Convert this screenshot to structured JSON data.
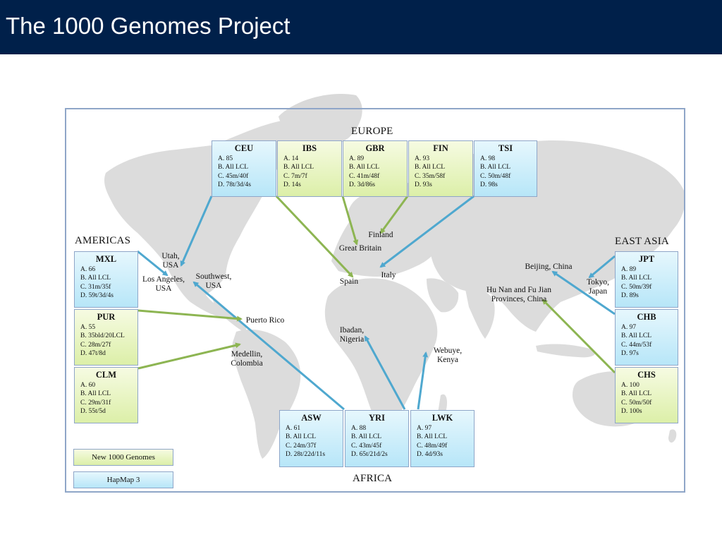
{
  "slide": {
    "title": "The 1000 Genomes Project"
  },
  "regions": {
    "europe": "EUROPE",
    "americas": "AMERICAS",
    "east_asia": "EAST ASIA",
    "africa": "AFRICA"
  },
  "populations": [
    {
      "code": "CEU",
      "type": "hapmap",
      "lines": [
        "A. 85",
        "B. All LCL",
        "C. 45m/40f",
        "D. 78t/3d/4s"
      ]
    },
    {
      "code": "IBS",
      "type": "new",
      "lines": [
        "A.  14",
        "B. All LCL",
        "C.  7m/7f",
        "D. 14s"
      ]
    },
    {
      "code": "GBR",
      "type": "new",
      "lines": [
        "A. 89",
        "B. All LCL",
        "C. 41m/48f",
        "D.  3d/86s"
      ]
    },
    {
      "code": "FIN",
      "type": "new",
      "lines": [
        "A. 93",
        "B. All LCL",
        "C.  35m/58f",
        "D. 93s"
      ]
    },
    {
      "code": "TSI",
      "type": "hapmap",
      "lines": [
        "A. 98",
        "B. All LCL",
        "C. 50m/48f",
        "D. 98s"
      ]
    },
    {
      "code": "MXL",
      "type": "hapmap",
      "lines": [
        "A. 66",
        "B. All LCL",
        "C. 31m/35f",
        "D. 59t/3d/4s"
      ]
    },
    {
      "code": "PUR",
      "type": "new",
      "lines": [
        "A. 55",
        "B. 35bld/20LCL",
        "C.  28m/27f",
        "D.  47t/8d"
      ]
    },
    {
      "code": "CLM",
      "type": "new",
      "lines": [
        "A.  60",
        "B. All LCL",
        "C. 29m/31f",
        "D. 55t/5d"
      ]
    },
    {
      "code": "ASW",
      "type": "hapmap",
      "lines": [
        "A. 61",
        "B. All LCL",
        "C. 24m/37f",
        "D. 28t/22d/11s"
      ]
    },
    {
      "code": "YRI",
      "type": "hapmap",
      "lines": [
        "A. 88",
        "B. All LCL",
        "C. 43m/45f",
        "D. 65t/21d/2s"
      ]
    },
    {
      "code": "LWK",
      "type": "hapmap",
      "lines": [
        "A. 97",
        "B. All LCL",
        "C. 48m/49f",
        "D. 4d/93s"
      ]
    },
    {
      "code": "JPT",
      "type": "hapmap",
      "lines": [
        "A. 89",
        "B. All LCL",
        "C. 50m/39f",
        "D. 89s"
      ]
    },
    {
      "code": "CHB",
      "type": "hapmap",
      "lines": [
        "A. 97",
        "B. All LCL",
        "C. 44m/53f",
        "D. 97s"
      ]
    },
    {
      "code": "CHS",
      "type": "new",
      "lines": [
        "A. 100",
        "B. All LCL",
        "C. 50m/50f",
        "D.  100s"
      ]
    }
  ],
  "places": [
    {
      "id": "utah",
      "lines": [
        "Utah,",
        "USA"
      ]
    },
    {
      "id": "los-angeles",
      "lines": [
        "Los Angeles,",
        "USA"
      ]
    },
    {
      "id": "southwest",
      "lines": [
        "Southwest,",
        "USA"
      ]
    },
    {
      "id": "puerto-rico",
      "lines": [
        "Puerto Rico"
      ]
    },
    {
      "id": "medellin",
      "lines": [
        "Medellin,",
        "Colombia"
      ]
    },
    {
      "id": "finland",
      "lines": [
        "Finland"
      ]
    },
    {
      "id": "great-britain",
      "lines": [
        "Great Britain"
      ]
    },
    {
      "id": "spain",
      "lines": [
        "Spain"
      ]
    },
    {
      "id": "italy",
      "lines": [
        "Italy"
      ]
    },
    {
      "id": "ibadan",
      "lines": [
        "Ibadan,",
        "Nigeria"
      ]
    },
    {
      "id": "webuye",
      "lines": [
        "Webuye,",
        "Kenya"
      ]
    },
    {
      "id": "beijing",
      "lines": [
        "Beijing, China"
      ]
    },
    {
      "id": "tokyo",
      "lines": [
        "Tokyo,",
        "Japan"
      ]
    },
    {
      "id": "hunan",
      "lines": [
        "Hu Nan and Fu Jian",
        "Provinces, China"
      ]
    }
  ],
  "legend": {
    "new_label": "New 1000 Genomes",
    "hapmap_label": "HapMap 3"
  },
  "colors": {
    "title_bar": "#00204a",
    "hapmap_arrow": "#4fa8cf",
    "new_arrow": "#8db552",
    "land": "#d9d9d9"
  }
}
